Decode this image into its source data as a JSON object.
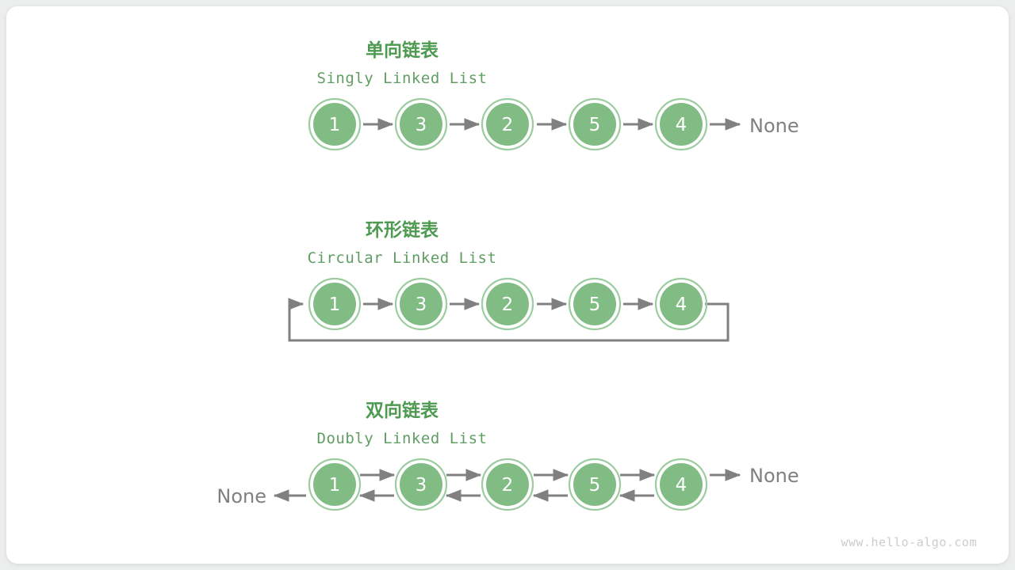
{
  "meta": {
    "watermark": "www.hello-algo.com",
    "accent_green": "#4e9a51",
    "node_fill": "#82bc85",
    "node_ring": "#9ccc9f",
    "arrow_gray": "#808080",
    "card_background": "#ffffff",
    "page_background": "#eceded"
  },
  "sections": [
    {
      "id": "singly",
      "title_cn": "单向链表",
      "title_en": "Singly Linked List",
      "nodes": [
        "1",
        "3",
        "2",
        "5",
        "4"
      ],
      "tail_label": "None",
      "head_label": null,
      "direction": "forward"
    },
    {
      "id": "circular",
      "title_cn": "环形链表",
      "title_en": "Circular Linked List",
      "nodes": [
        "1",
        "3",
        "2",
        "5",
        "4"
      ],
      "tail_label": null,
      "head_label": null,
      "direction": "forward-loop"
    },
    {
      "id": "doubly",
      "title_cn": "双向链表",
      "title_en": "Doubly Linked List",
      "nodes": [
        "1",
        "3",
        "2",
        "5",
        "4"
      ],
      "tail_label": "None",
      "head_label": "None",
      "direction": "bidirectional"
    }
  ]
}
